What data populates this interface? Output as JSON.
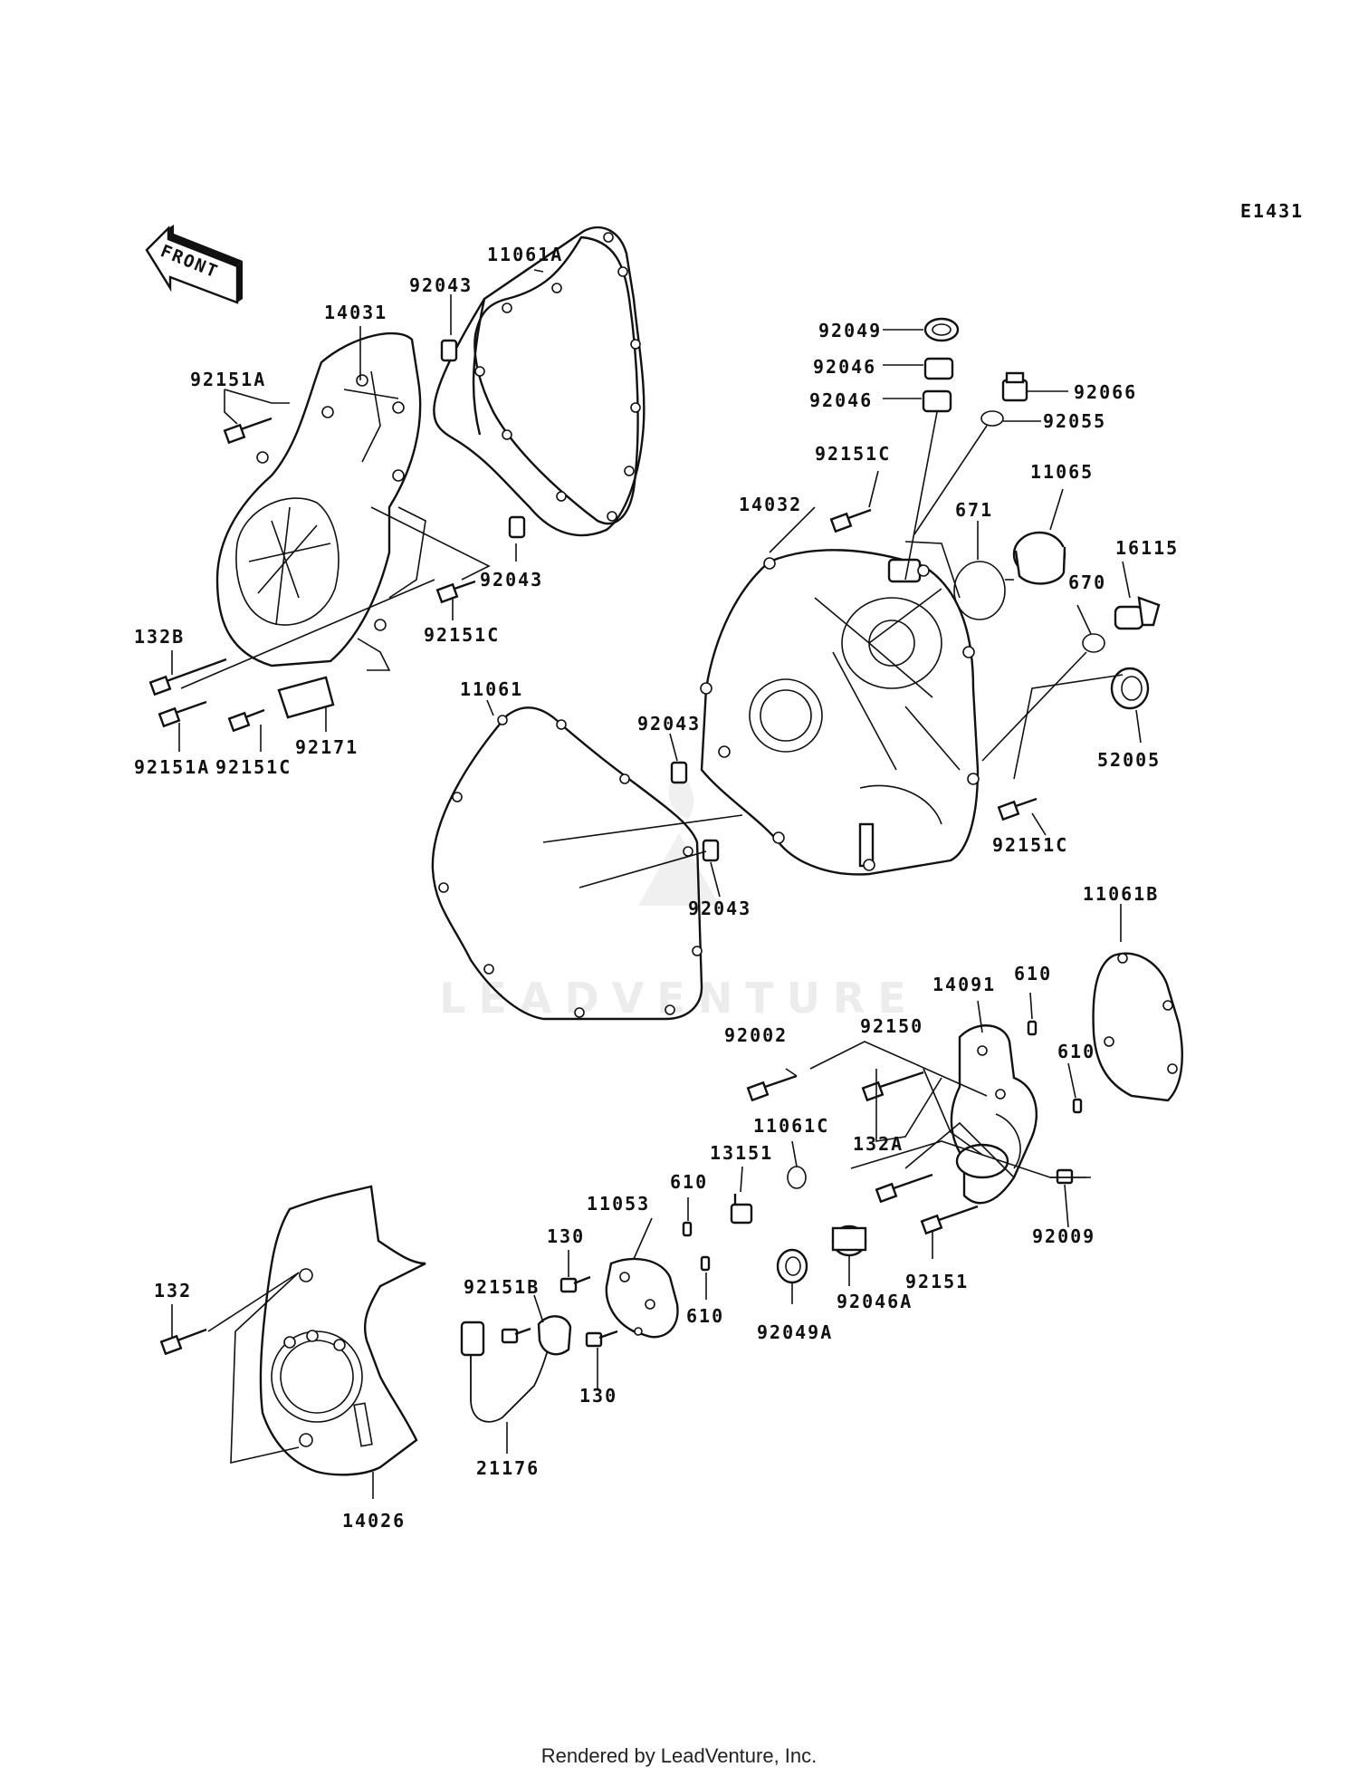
{
  "diagram_code": "E1431",
  "front_arrow_label": "FRONT",
  "watermark_text": "LEADVENTURE",
  "footer_text": "Rendered by LeadVenture, Inc.",
  "colors": {
    "line": "#111111",
    "background": "#ffffff",
    "watermark": "#ececec"
  },
  "labels": {
    "11061A": "11061A",
    "92043_top": "92043",
    "14031": "14031",
    "92151A_top": "92151A",
    "92043_left": "92043",
    "92151C_left": "92151C",
    "132B": "132B",
    "92151A_bottom": "92151A",
    "92151C_bottom": "92151C",
    "92171": "92171",
    "92049": "92049",
    "92046_a": "92046",
    "92046_b": "92046",
    "92066": "92066",
    "92055": "92055",
    "92151C_mid": "92151C",
    "14032": "14032",
    "671": "671",
    "11065": "11065",
    "16115": "16115",
    "670": "670",
    "52005": "52005",
    "11061": "11061",
    "92043_mid": "92043",
    "92043_low": "92043",
    "92151C_right": "92151C",
    "11061B": "11061B",
    "14091": "14091",
    "610_top": "610",
    "610_right": "610",
    "92002": "92002",
    "92150": "92150",
    "11061C": "11061C",
    "132A": "132A",
    "13151": "13151",
    "11053": "11053",
    "610_mid": "610",
    "130_top": "130",
    "92151B": "92151B",
    "610_bottom": "610",
    "130_bottom": "130",
    "92049A": "92049A",
    "92046A": "92046A",
    "92151": "92151",
    "92009": "92009",
    "132": "132",
    "21176": "21176",
    "14026": "14026"
  }
}
